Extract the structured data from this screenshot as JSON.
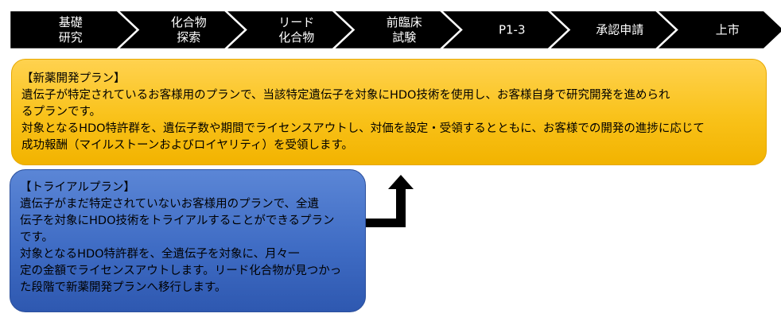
{
  "stages": [
    {
      "lines": [
        "基礎",
        "研究"
      ]
    },
    {
      "lines": [
        "化合物",
        "探索"
      ]
    },
    {
      "lines": [
        "リード",
        "化合物"
      ]
    },
    {
      "lines": [
        "前臨床",
        "試験"
      ]
    },
    {
      "lines": [
        "P1-3"
      ]
    },
    {
      "lines": [
        "承認申請"
      ]
    },
    {
      "lines": [
        "上市"
      ]
    }
  ],
  "new_drug_plan": {
    "title": "【新薬開発プラン】",
    "lines": [
      "遺伝子が特定されているお客様用のプランで、当該特定遺伝子を対象にHDO技術を使用し、お客様自身で研究開発を進められ",
      "るプランです。",
      "対象となるHDO特許群を、遺伝子数や期間でライセンスアウトし、対価を設定・受領するとともに、お客様での開発の進捗に応じて",
      "成功報酬（マイルストーンおよびロイヤリティ）を受領します。"
    ]
  },
  "trial_plan": {
    "title": "【トライアルプラン】",
    "lines": [
      "遺伝子がまだ特定されていないお客様用のプランで、全遺",
      "伝子を対象にHDO技術をトライアルすることができるプラン",
      "です。",
      "対象となるHDO特許群を、全遺伝子を対象に、月々一",
      "定の金額でライセンスアウトします。リード化合物が見つかっ",
      "た段階で新薬開発プランへ移行します。"
    ]
  },
  "colors": {
    "chevron": "#000000",
    "chevron_text": "#ffffff",
    "new_drug_plan_fill": "#f9c21a",
    "trial_plan_fill": "#3f6cc4",
    "arrow": "#000000"
  }
}
